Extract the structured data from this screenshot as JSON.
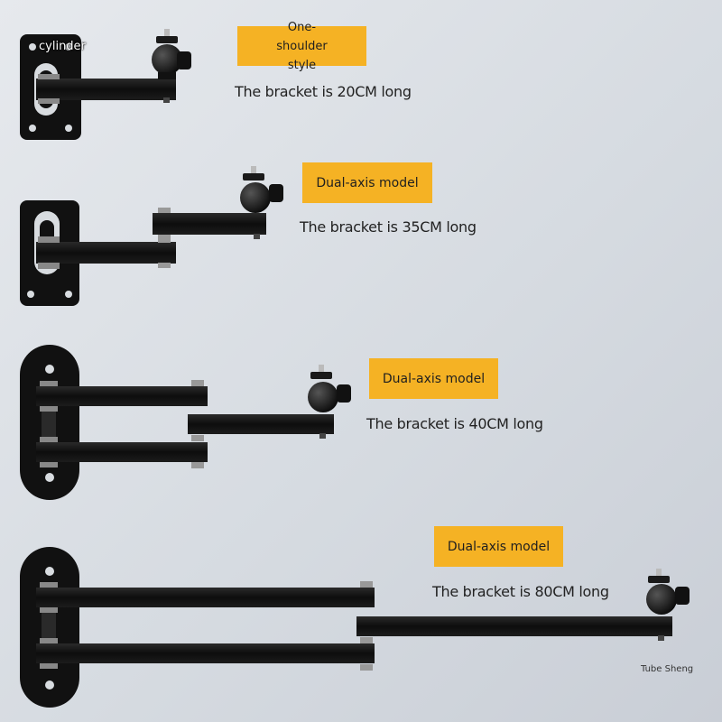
{
  "colors": {
    "badge": "#f5b224",
    "metal": "#151515",
    "text": "#222222"
  },
  "products": [
    {
      "badge": "One-shoulder style",
      "caption": "The bracket is 20CM long"
    },
    {
      "badge": "Dual-axis model",
      "caption": "The bracket is 35CM long"
    },
    {
      "badge": "Dual-axis model",
      "caption": "The bracket is 40CM long"
    },
    {
      "badge": "Dual-axis model",
      "caption": "The bracket is 80CM long"
    }
  ],
  "cylinder_label": "cylinder",
  "brand_label": "Tube Sheng"
}
